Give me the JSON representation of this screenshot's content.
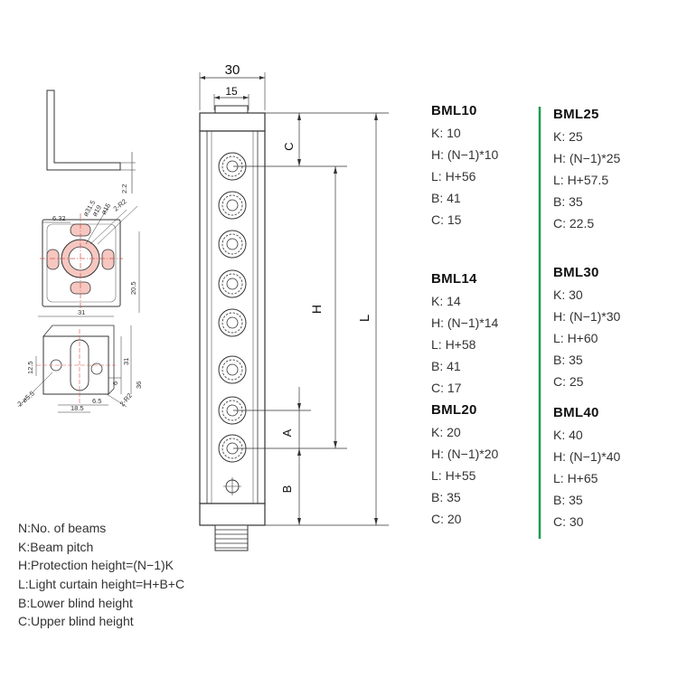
{
  "drawing": {
    "width_30": "30",
    "width_15": "15",
    "label_C": "C",
    "label_H": "H",
    "label_L": "L",
    "label_A": "A",
    "label_B": "B",
    "bracket_dims": {
      "d2_2": "2.2",
      "d6_32": "6.32",
      "d31_5": "ø31.5",
      "d19": "ø19",
      "d15": "ø15",
      "d2_R2": "2-R2",
      "d20_5": "20.5",
      "d31a": "31",
      "d12_5": "12.5",
      "d31b": "31",
      "d36": "36",
      "d6": "6",
      "d2_5_5": "2-ø5.5",
      "d6_5": "6.5",
      "d18_5": "18.5",
      "d2_R2b": "2-R2"
    },
    "colors": {
      "accent_green": "#1f9a4e",
      "red_center": "#d9534f",
      "pink_fill": "#f6c7c0"
    }
  },
  "models": [
    {
      "name": "BML10",
      "rows": [
        "K:  10",
        "H:  (N−1)*10",
        "L:  H+56",
        "B:  41",
        "C:  15"
      ]
    },
    {
      "name": "BML14",
      "rows": [
        "K:  14",
        "H:  (N−1)*14",
        "L:  H+58",
        "B:  41",
        "C:  17"
      ]
    },
    {
      "name": "BML20",
      "rows": [
        "K:  20",
        "H:  (N−1)*20",
        "L:  H+55",
        "B:  35",
        "C:  20"
      ]
    },
    {
      "name": "BML25",
      "rows": [
        "K:  25",
        "H:  (N−1)*25",
        "L:  H+57.5",
        "B:  35",
        "C:  22.5"
      ]
    },
    {
      "name": "BML30",
      "rows": [
        "K:  30",
        "H:  (N−1)*30",
        "L:  H+60",
        "B:  35",
        "C:  25"
      ]
    },
    {
      "name": "BML40",
      "rows": [
        "K:  40",
        "H:  (N−1)*40",
        "L:  H+65",
        "B:  35",
        "C:  30"
      ]
    }
  ],
  "legend": [
    "N:No. of beams",
    "K:Beam pitch",
    "H:Protection height=(N−1)K",
    "L:Light curtain height=H+B+C",
    "B:Lower blind height",
    "C:Upper blind height"
  ]
}
